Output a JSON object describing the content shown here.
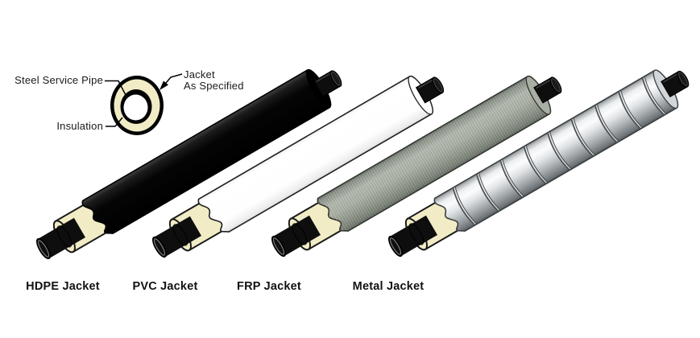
{
  "figure": {
    "background": "#ffffff",
    "kind": "insulated-pipe-jacket-types-diagram"
  },
  "cross_section": {
    "labels": {
      "steel_service_pipe": "Steel Service Pipe",
      "jacket_line1": "Jacket",
      "jacket_line2": "As Specified",
      "insulation": "Insulation"
    },
    "colors": {
      "jacket_ring": "#000000",
      "insulation_ring": "#F2ECC6",
      "pipe_ring": "#000000",
      "bore": "#FFFFFF"
    }
  },
  "shared_colors": {
    "insulation_fill": "#F2ECC6",
    "insulation_outline": "#1A1A1A",
    "steel_fill": "#0E0E0E",
    "steel_rim": "#8A8A8A",
    "leader_line": "#000000"
  },
  "pipes": [
    {
      "id": "hdpe",
      "label": "HDPE Jacket",
      "outline": "#000000",
      "cap": "#000000",
      "gradient": [
        [
          0,
          "#404040"
        ],
        [
          0.12,
          "#1B1B1B"
        ],
        [
          0.35,
          "#050505"
        ],
        [
          1,
          "#000000"
        ]
      ]
    },
    {
      "id": "pvc",
      "label": "PVC Jacket",
      "outline": "#1F1F1F",
      "cap": "#FFFFFF",
      "gradient": [
        [
          0,
          "#F0F0F0"
        ],
        [
          0.1,
          "#FFFFFF"
        ],
        [
          0.72,
          "#FEFEFE"
        ],
        [
          0.93,
          "#EDEDED"
        ],
        [
          1,
          "#DCDCDC"
        ]
      ]
    },
    {
      "id": "frp",
      "label": "FRP Jacket",
      "outline": "#30352E",
      "cap": "#A9AFA4",
      "gradient": [
        [
          0,
          "#6D746A"
        ],
        [
          0.08,
          "#8F968C"
        ],
        [
          0.28,
          "#B4B9AF"
        ],
        [
          0.5,
          "#ACB2A6"
        ],
        [
          0.72,
          "#939A8E"
        ],
        [
          0.9,
          "#7C8378"
        ],
        [
          1,
          "#646B61"
        ]
      ]
    },
    {
      "id": "metal",
      "label": "Metal Jacket",
      "outline": "#3A3F42",
      "cap": "#D2D6D8",
      "seam": "#4A4F52",
      "seam_light": "#EEF0F1",
      "gradient": [
        [
          0,
          "#7D8285"
        ],
        [
          0.06,
          "#B7BBBE"
        ],
        [
          0.16,
          "#EDEFF0"
        ],
        [
          0.3,
          "#FBFCFD"
        ],
        [
          0.48,
          "#E0E3E5"
        ],
        [
          0.65,
          "#B8BDC0"
        ],
        [
          0.82,
          "#8F9498"
        ],
        [
          0.94,
          "#6F7477"
        ],
        [
          1,
          "#54595C"
        ]
      ]
    }
  ]
}
